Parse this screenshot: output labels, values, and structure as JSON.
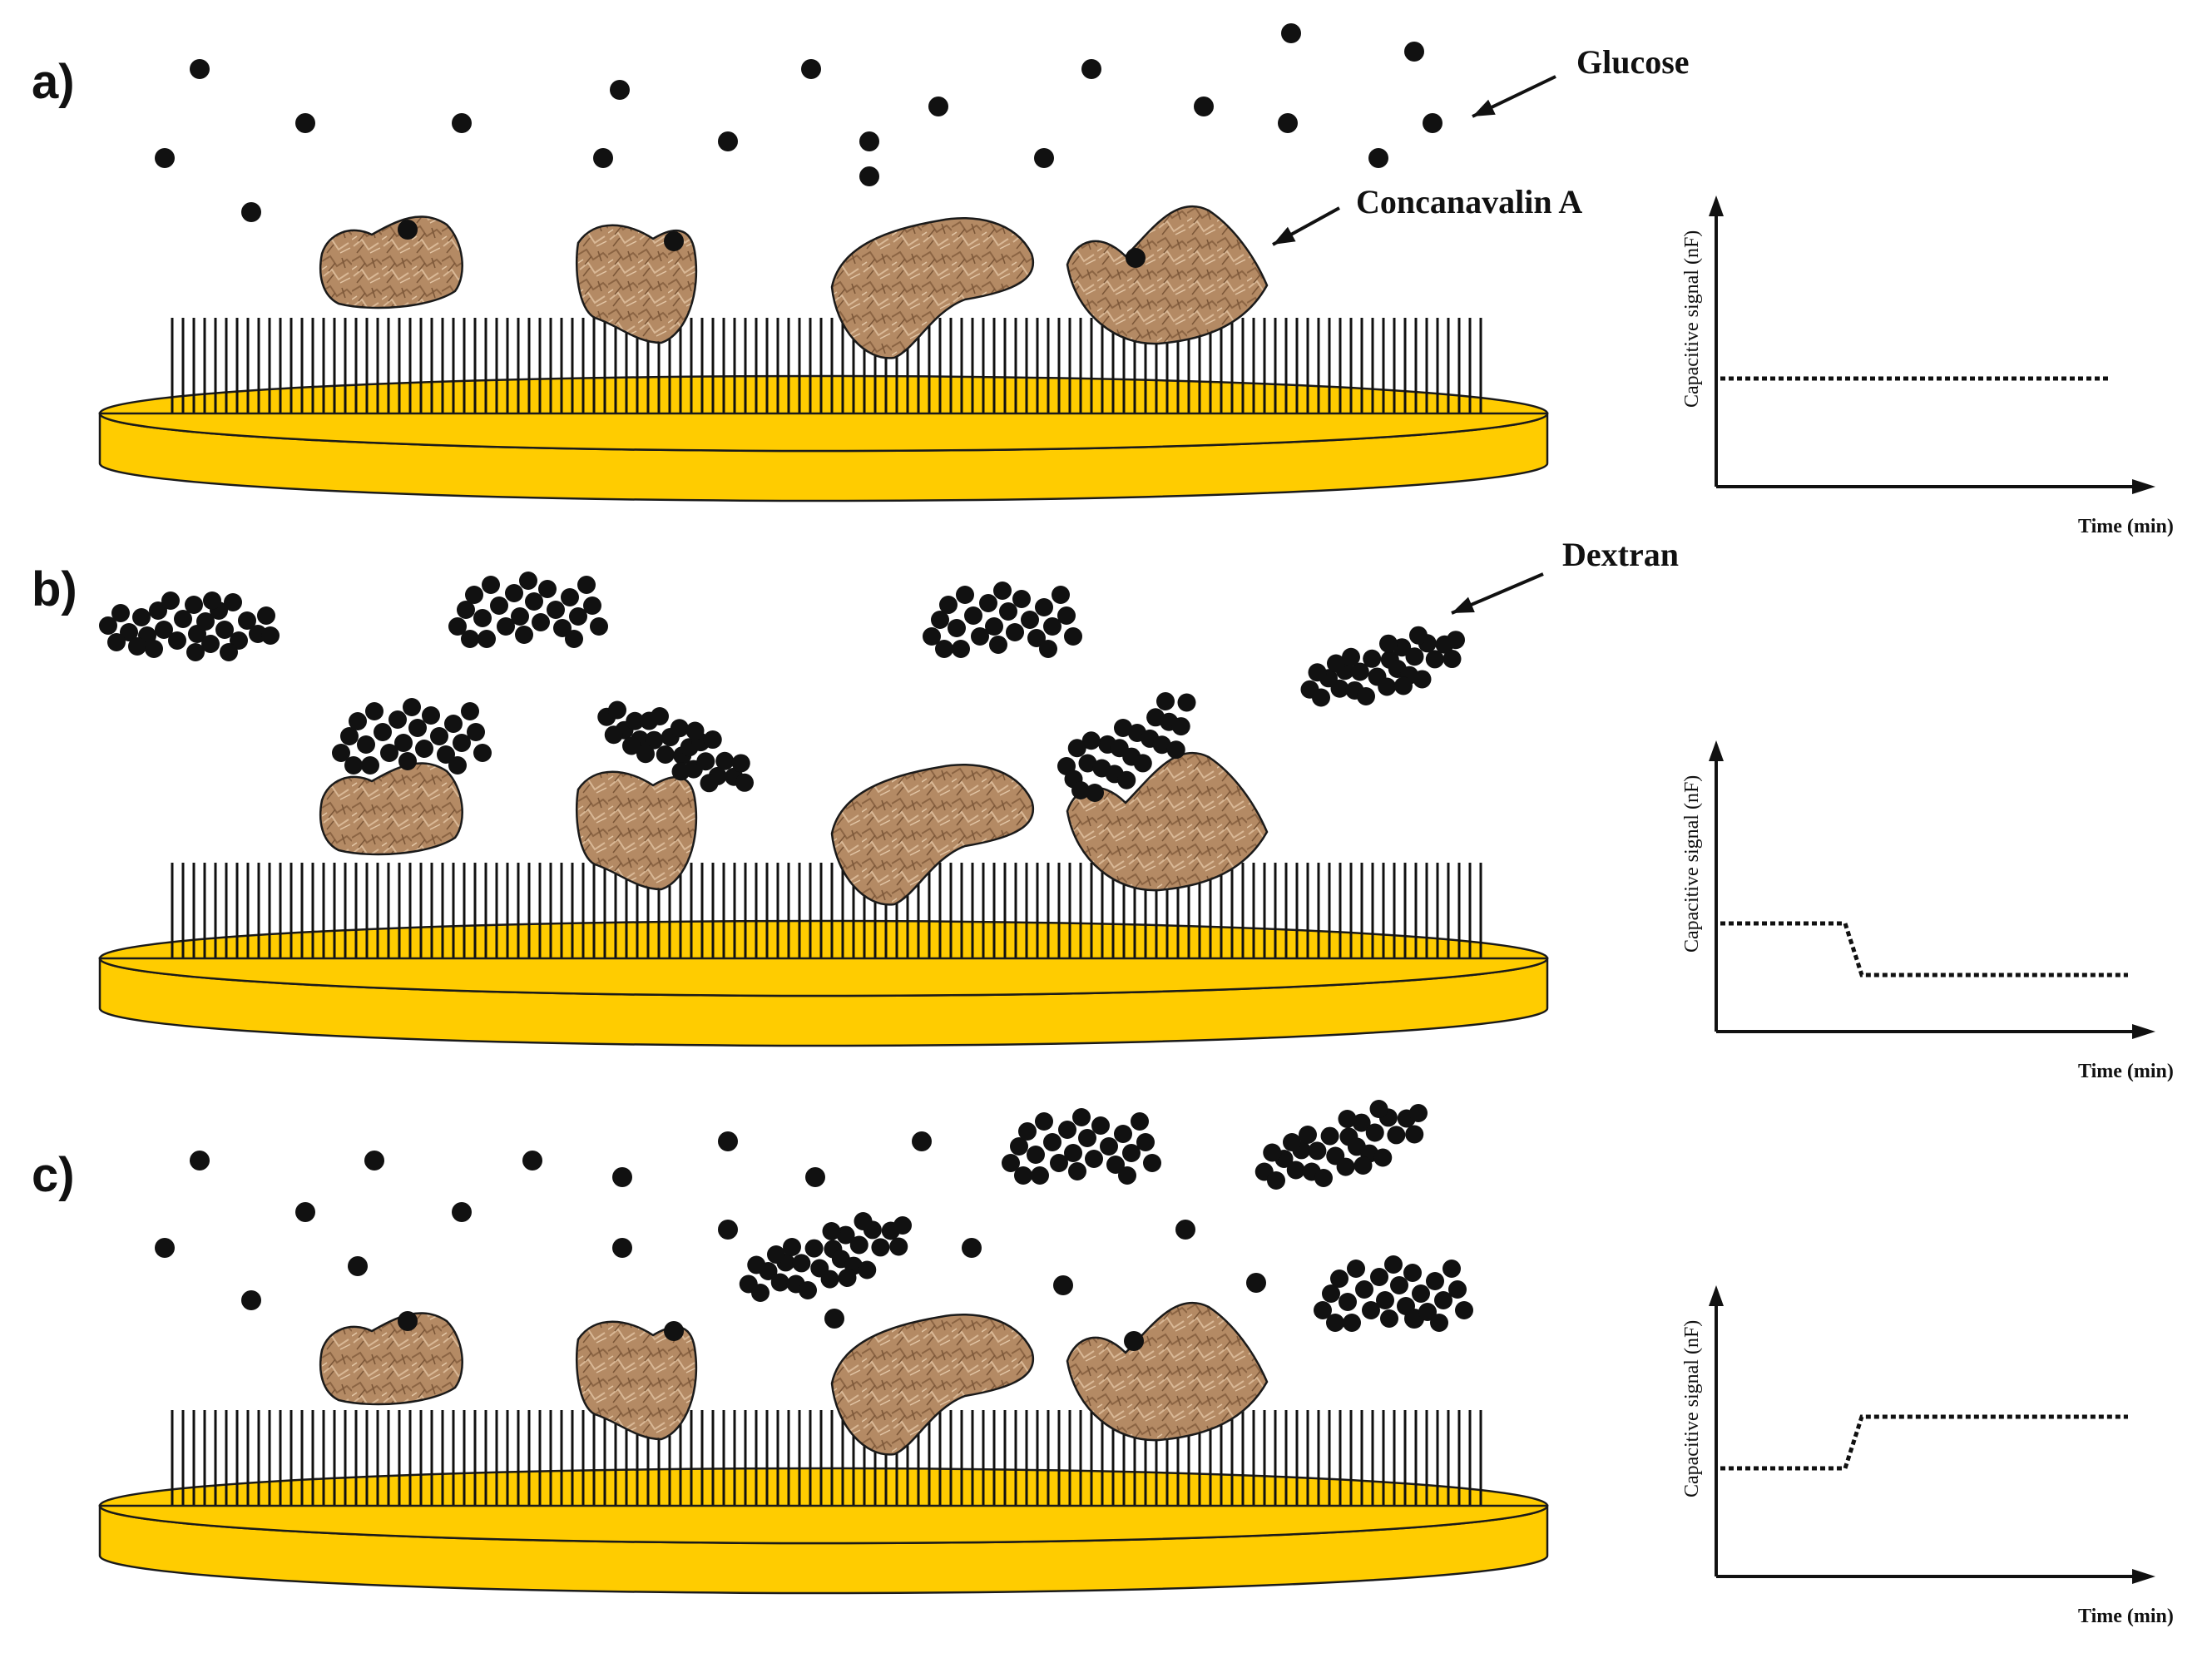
{
  "panels": [
    {
      "letter": "a)",
      "callouts": [
        {
          "text": "Glucose"
        },
        {
          "text": "Concanavalin A"
        }
      ],
      "signal_graph": {
        "ylabel": "Capacitive signal (nF)",
        "xlabel": "Time (min)",
        "trend": "constant"
      }
    },
    {
      "letter": "b)",
      "callouts": [
        {
          "text": "Dextran"
        }
      ],
      "signal_graph": {
        "ylabel": "Capacitive signal (nF)",
        "xlabel": "Time (min)",
        "trend": "decrease"
      }
    },
    {
      "letter": "c)",
      "callouts": [],
      "signal_graph": {
        "ylabel": "Capacitive signal (nF)",
        "xlabel": "Time (min)",
        "trend": "increase"
      }
    }
  ],
  "colors": {
    "gold_electrode": "#FFCC00",
    "protein": "#B48A64",
    "molecule": "#111111",
    "line": "#111111"
  }
}
